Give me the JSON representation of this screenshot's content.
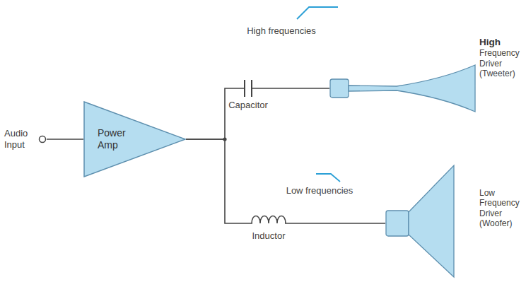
{
  "diagram": {
    "nodes": [
      {
        "text": [
          "Audio Input"
        ]
      },
      {
        "text": [
          "Power Amp"
        ]
      },
      {
        "text": [
          "High Frequency Driver (Tweeter)"
        ]
      },
      {
        "text": [
          "Low Frequency Driver (Woofer)"
        ]
      }
    ],
    "edges": [
      {
        "from": 0,
        "to": 1,
        "arrow": "none"
      },
      {
        "from": 1,
        "to": 2,
        "arrow": "none"
      },
      {
        "from": 1,
        "to": 3,
        "arrow": "none"
      }
    ],
    "labels": [
      "High frequencies",
      "Capacitor",
      "Low frequencies",
      "Inductor"
    ]
  }
}
